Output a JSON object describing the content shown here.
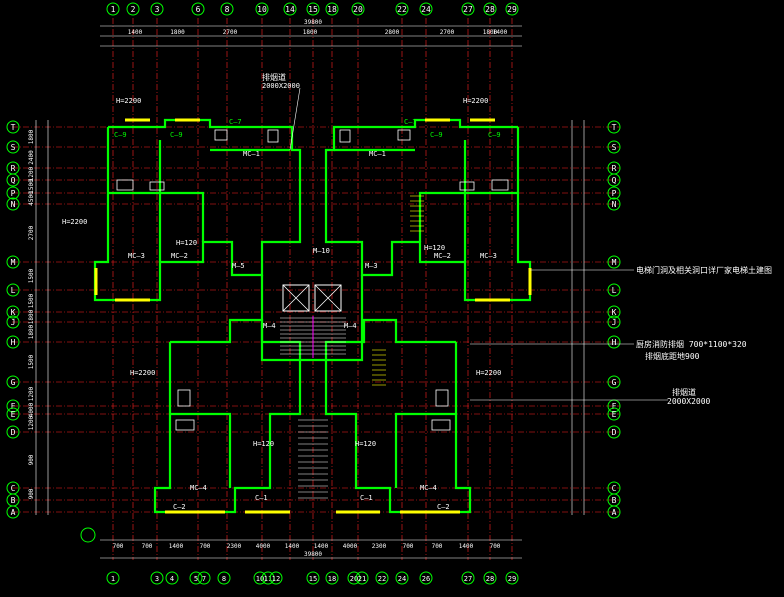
{
  "drawing": {
    "background": "#000000",
    "colors": {
      "wall": "#00ff00",
      "axis": "#ff2020",
      "dim": "#ffffff",
      "bubble": "#00ff00",
      "window": "#ffff00",
      "furniture": "#ffffff",
      "accent": "#00ffff",
      "stair": "#ff00ff"
    },
    "axis_columns": [
      "1",
      "2",
      "3",
      "6",
      "8",
      "10",
      "14",
      "15",
      "18",
      "20",
      "22",
      "24",
      "27",
      "28",
      "29"
    ],
    "axis_columns_bottom": [
      "1",
      "3",
      "4",
      "5",
      "7",
      "8",
      "10",
      "11",
      "12",
      "15",
      "18",
      "20",
      "21",
      "22",
      "24",
      "26",
      "27",
      "28",
      "29"
    ],
    "axis_rows": [
      "T",
      "S",
      "R",
      "Q",
      "P",
      "N",
      "M",
      "L",
      "K",
      "J",
      "H",
      "G",
      "F",
      "E",
      "D",
      "C",
      "B",
      "A"
    ],
    "overall_dim_top": "39800",
    "overall_dim_bottom": "39800",
    "dims_top": [
      "1400",
      "1800",
      "2700",
      "1800",
      "2800",
      "2700",
      "1800",
      "1400"
    ],
    "dims_bottom": [
      "700",
      "700",
      "1400",
      "700",
      "2300",
      "4000",
      "1400",
      "1400",
      "4000",
      "2300",
      "700",
      "700",
      "1400",
      "700"
    ],
    "dims_left": [
      "1800",
      "2400",
      "1200",
      "1500",
      "4500",
      "2700",
      "1500",
      "1500",
      "1800",
      "1800",
      "1500",
      "1200",
      "4000",
      "1200",
      "900",
      "900"
    ],
    "notes": {
      "elevator": "电梯门洞及相关洞口详厂家电梯土建图",
      "vent": "厨房消防排烟 700*1100*320",
      "vent_sub": "排烟底距地900",
      "shaft": "排烟道",
      "shaft_sub": "2000X2000"
    },
    "room_tags": {
      "c9": "C—9",
      "c7": "C—7",
      "mc1": "MC—1",
      "mc2": "MC—2",
      "mc3": "MC—3",
      "mc4": "MC—4",
      "c1": "C—1",
      "c2": "C—2",
      "m3": "M—3",
      "m4": "M—4",
      "m5": "M—5",
      "m10": "M—10",
      "h2200": "H=2200",
      "h120": "H=120"
    }
  }
}
